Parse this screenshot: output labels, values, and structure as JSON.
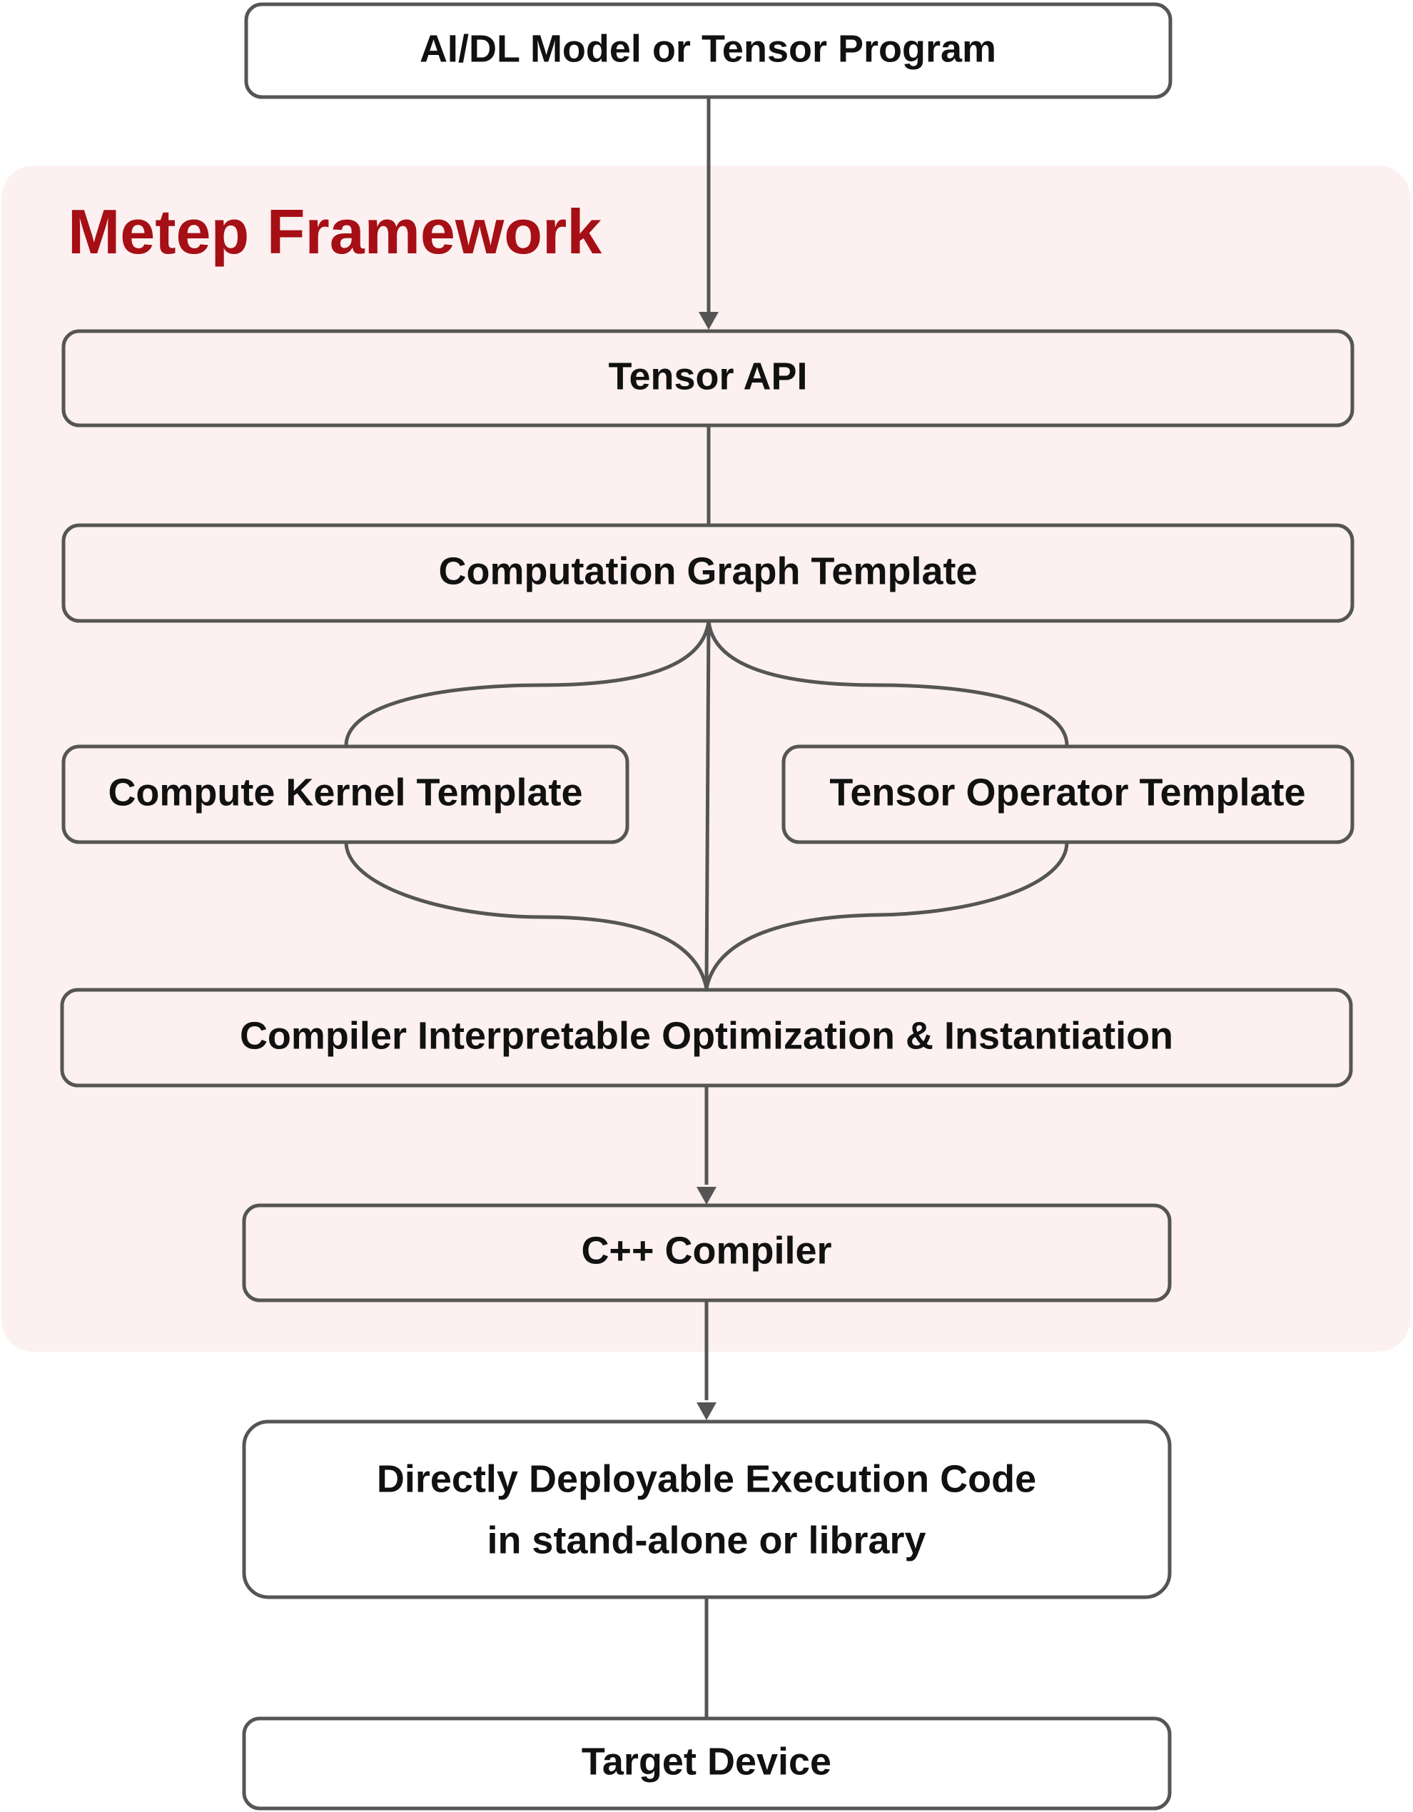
{
  "frame": {
    "title": "Metep Framework",
    "title_color": "#a50f15",
    "fill_color": "#fcf0f0"
  },
  "colors": {
    "box_stroke": "#555555",
    "box_fill_outer": "#ffffff",
    "box_fill_inner": "#fcf0f0",
    "line": "#555555",
    "text": "#111111"
  },
  "nodes": {
    "input": {
      "label": "AI/DL Model or Tensor Program"
    },
    "tensor_api": {
      "label": "Tensor API"
    },
    "graph_template": {
      "label": "Computation Graph Template"
    },
    "kernel_template": {
      "label": "Compute Kernel Template"
    },
    "operator_template": {
      "label": "Tensor Operator Template"
    },
    "optimization": {
      "label": "Compiler Interpretable Optimization & Instantiation"
    },
    "cpp_compiler": {
      "label": "C++ Compiler"
    },
    "execution_code": {
      "label_line1": "Directly Deployable Execution Code",
      "label_line2": "in stand-alone or library"
    },
    "target_device": {
      "label": "Target Device"
    }
  }
}
